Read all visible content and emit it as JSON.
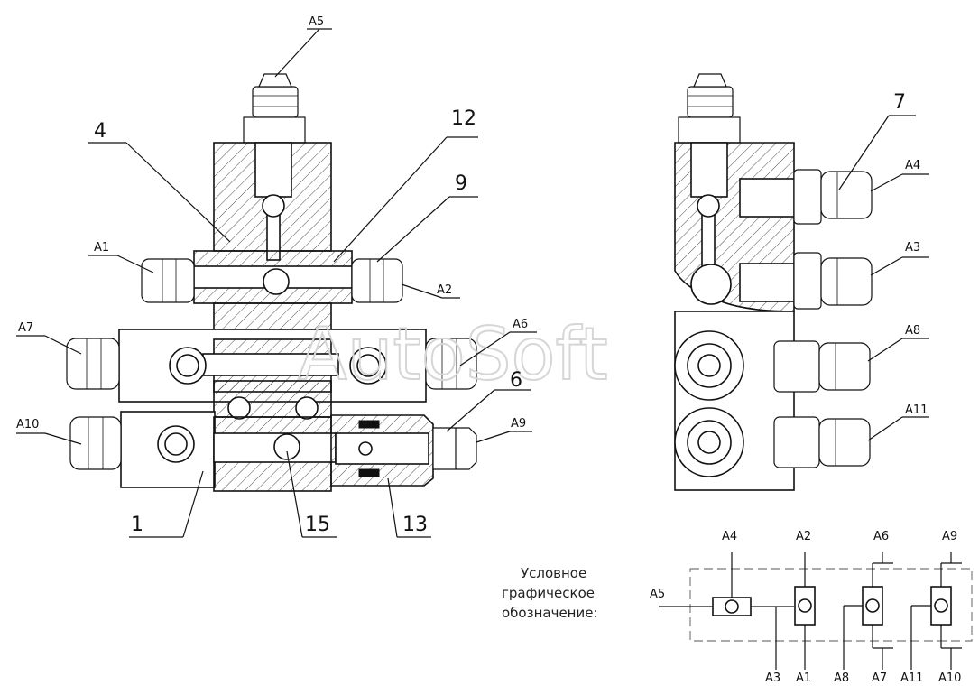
{
  "ports": {
    "A1": "A1",
    "A2": "A2",
    "A3": "A3",
    "A4": "A4",
    "A5": "A5",
    "A6": "A6",
    "A7": "A7",
    "A8": "A8",
    "A9": "A9",
    "A10": "A10",
    "A11": "A11"
  },
  "parts": {
    "p1": "1",
    "p4": "4",
    "p6": "6",
    "p7": "7",
    "p9": "9",
    "p12": "12",
    "p13": "13",
    "p15": "15"
  },
  "legend": {
    "line1": "Условное",
    "line2": "графическое",
    "line3": "обозначение:"
  },
  "watermark": "AutoSoft",
  "colors": {
    "ink": "#111111",
    "paper": "#ffffff",
    "watermark": "#d6d6d6"
  }
}
